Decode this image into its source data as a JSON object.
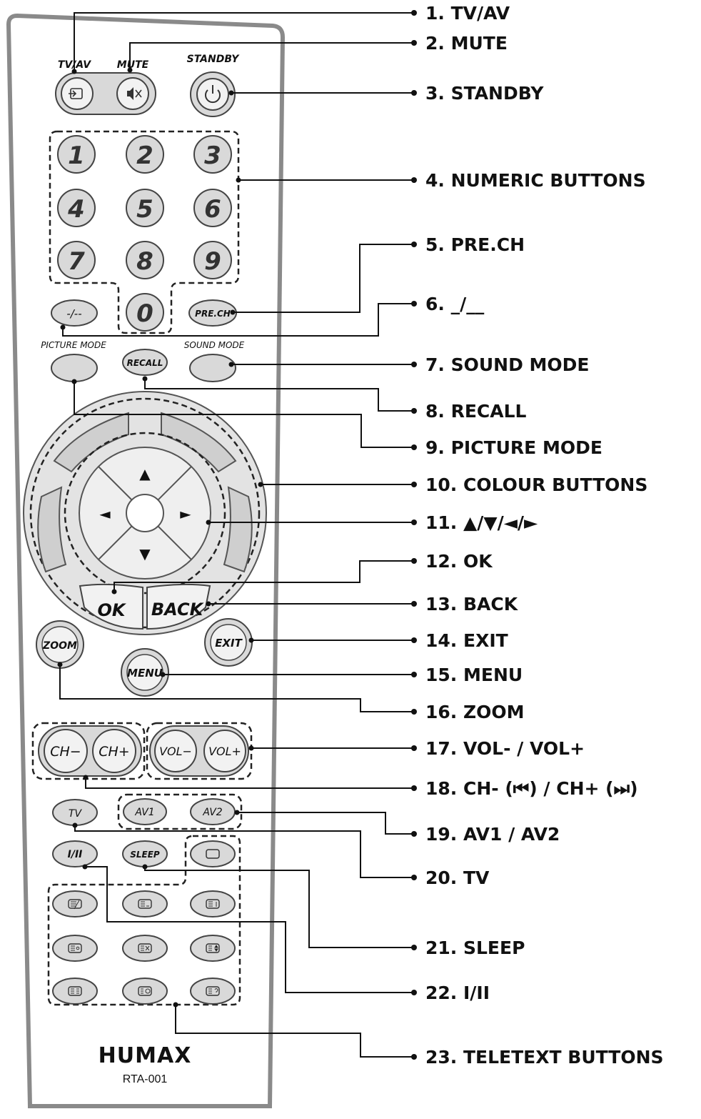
{
  "remote": {
    "brand": "HUMAX",
    "model": "RTA-001",
    "labels": {
      "tv_av": "TV/AV",
      "mute": "MUTE",
      "standby": "STANDBY",
      "picture_mode": "PICTURE MODE",
      "sound_mode": "SOUND MODE"
    },
    "numeric_keys": [
      "1",
      "2",
      "3",
      "4",
      "5",
      "6",
      "7",
      "8",
      "9",
      "0"
    ],
    "buttons": {
      "dash": "-/--",
      "prech": "PRE.CH",
      "recall": "RECALL",
      "ok": "OK",
      "back": "BACK",
      "zoom": "ZOOM",
      "exit": "EXIT",
      "menu": "MENU",
      "ch_minus": "CH−",
      "ch_plus": "CH+",
      "vol_minus": "VOL−",
      "vol_plus": "VOL+",
      "tv": "TV",
      "av1": "AV1",
      "av2": "AV2",
      "i_ii": "I/II",
      "sleep": "SLEEP"
    },
    "arrows": [
      "▲",
      "▼",
      "◄",
      "►"
    ]
  },
  "callouts": [
    "1. TV/AV",
    "2. MUTE",
    "3. STANDBY",
    "4. NUMERIC BUTTONS",
    "5. PRE.CH",
    "6. _/__",
    "7. SOUND MODE",
    "8. RECALL",
    "9. PICTURE MODE",
    "10. COLOUR BUTTONS",
    "11. ▲/▼/◄/►",
    "12. OK",
    "13. BACK",
    "14. EXIT",
    "15. MENU",
    "16. ZOOM",
    "17. VOL- / VOL+",
    "18. CH- (⏮) / CH+ (⏭)",
    "19. AV1 / AV2",
    "20. TV",
    "21. SLEEP",
    "22. I/II",
    "23. TELETEXT BUTTONS"
  ]
}
